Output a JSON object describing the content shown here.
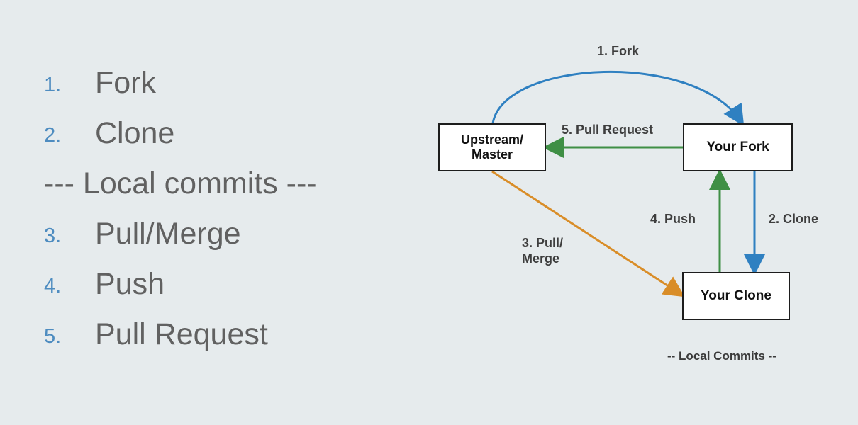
{
  "steps": [
    {
      "num": "1.",
      "text": "Fork"
    },
    {
      "num": "2.",
      "text": "Clone"
    },
    {
      "num": "3.",
      "text": "Pull/Merge"
    },
    {
      "num": "4.",
      "text": "Push"
    },
    {
      "num": "5.",
      "text": "Pull Request"
    }
  ],
  "divider": "--- Local commits ---",
  "diagram": {
    "nodes": {
      "upstream": "Upstream/\nMaster",
      "fork": "Your Fork",
      "clone": "Your Clone"
    },
    "edges": {
      "fork": "1. Fork",
      "clone": "2. Clone",
      "pull_merge_line1": "3. Pull/",
      "pull_merge_line2": "Merge",
      "push": "4. Push",
      "pull_request": "5. Pull Request"
    },
    "note": "-- Local Commits --",
    "colors": {
      "blue": "#2f80c1",
      "green": "#3f8f45",
      "orange": "#d98d28"
    }
  }
}
